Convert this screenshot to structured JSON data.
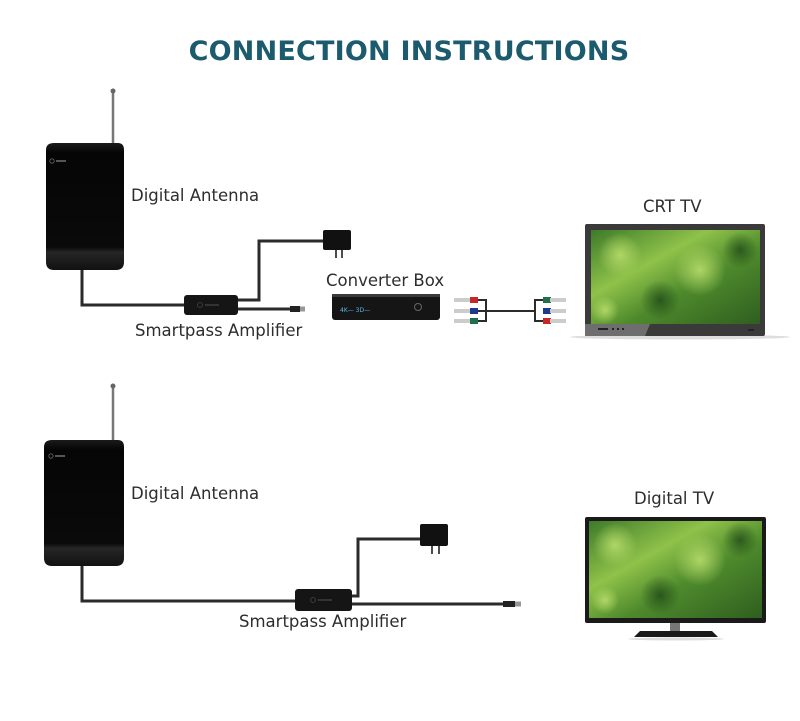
{
  "title": "CONNECTION INSTRUCTIONS",
  "colors": {
    "title": "#1c5b6e",
    "device": "#0b0b0b",
    "cable": "#2b2b2b",
    "screen_green": "#5f9a2f",
    "rca_red": "#c62828",
    "rca_blue": "#1e3a8a",
    "rca_green": "#1f6f4a"
  },
  "diagram_1": {
    "antenna_label": "Digital Antenna",
    "amplifier_label": "Smartpass Amplifier",
    "converter_label": "Converter Box",
    "converter_badge": "4K— 3D—",
    "tv_label": "CRT TV"
  },
  "diagram_2": {
    "antenna_label": "Digital Antenna",
    "amplifier_label": "Smartpass Amplifier",
    "tv_label": "Digital TV"
  }
}
